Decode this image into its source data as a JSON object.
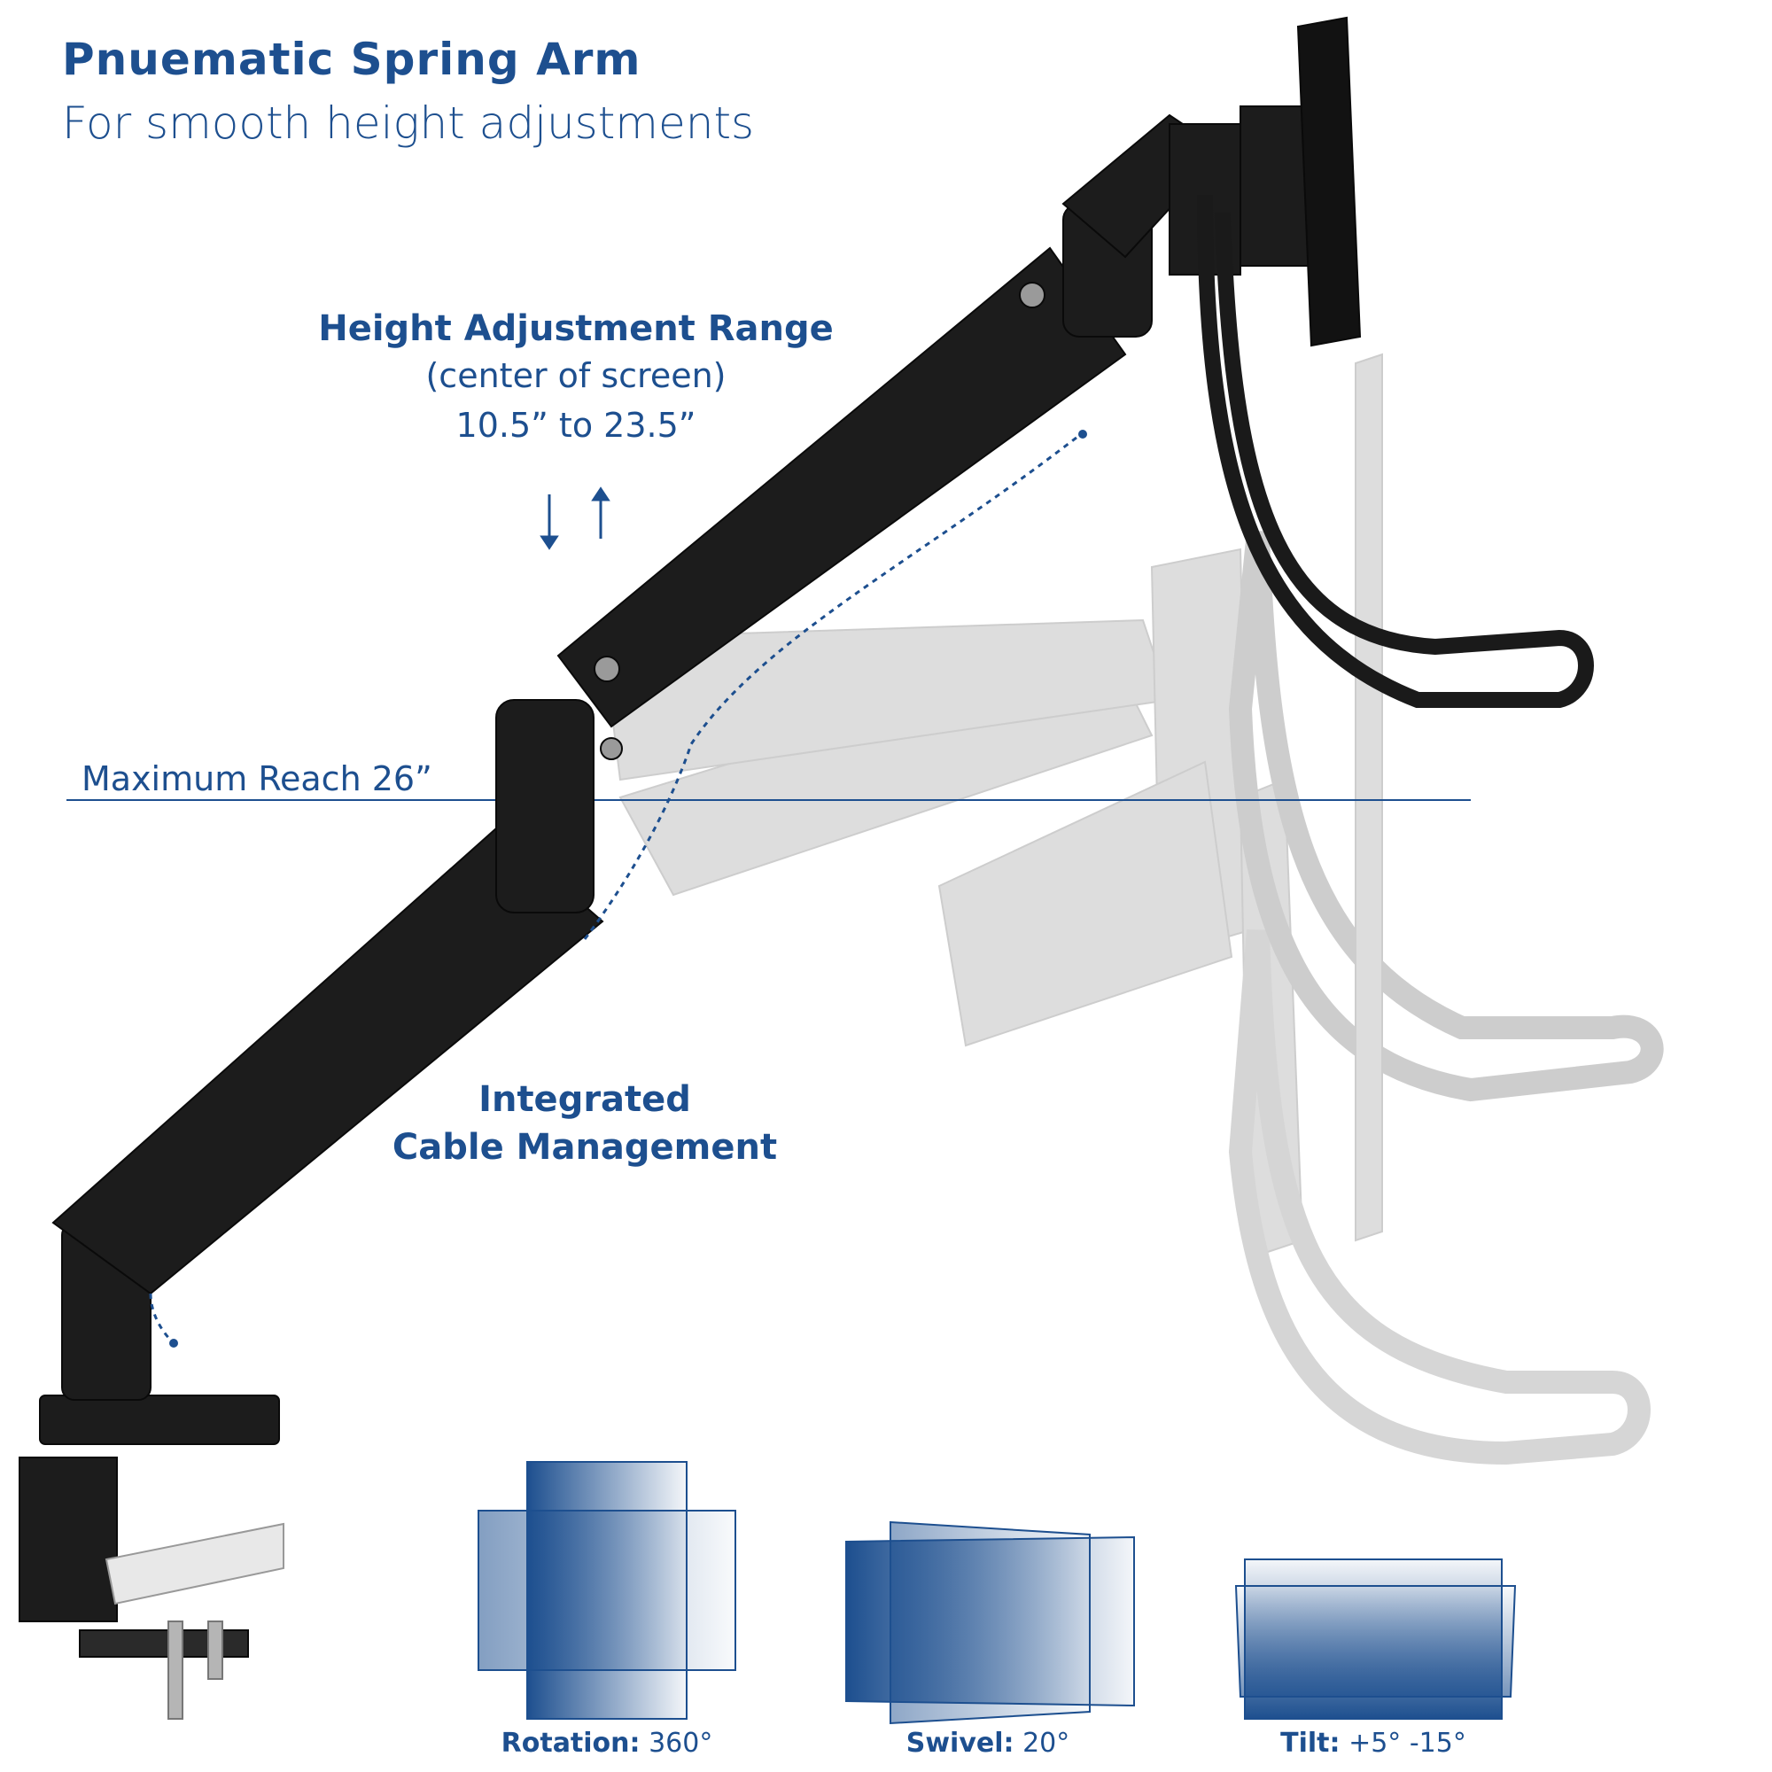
{
  "header": {
    "title": "Pnuematic Spring Arm",
    "subtitle": "For smooth height adjustments"
  },
  "height_callout": {
    "title": "Height Adjustment Range",
    "sub": "(center of screen)",
    "range": "10.5” to 23.5”"
  },
  "reach_callout": {
    "label": "Maximum Reach 26”"
  },
  "cable_callout": {
    "line1": "Integrated",
    "line2": "Cable Management"
  },
  "motion_icons": [
    {
      "label": "Rotation:",
      "value": "360°",
      "icon": "rotation-icon"
    },
    {
      "label": "Swivel:",
      "value": "20°",
      "icon": "swivel-icon"
    },
    {
      "label": "Tilt:",
      "value": "+5° -15°",
      "icon": "tilt-icon"
    }
  ],
  "colors": {
    "brand_blue": "#1d4f8f",
    "arm_black": "#1a1a1a",
    "ghost_gray": "#cfcfcf"
  }
}
